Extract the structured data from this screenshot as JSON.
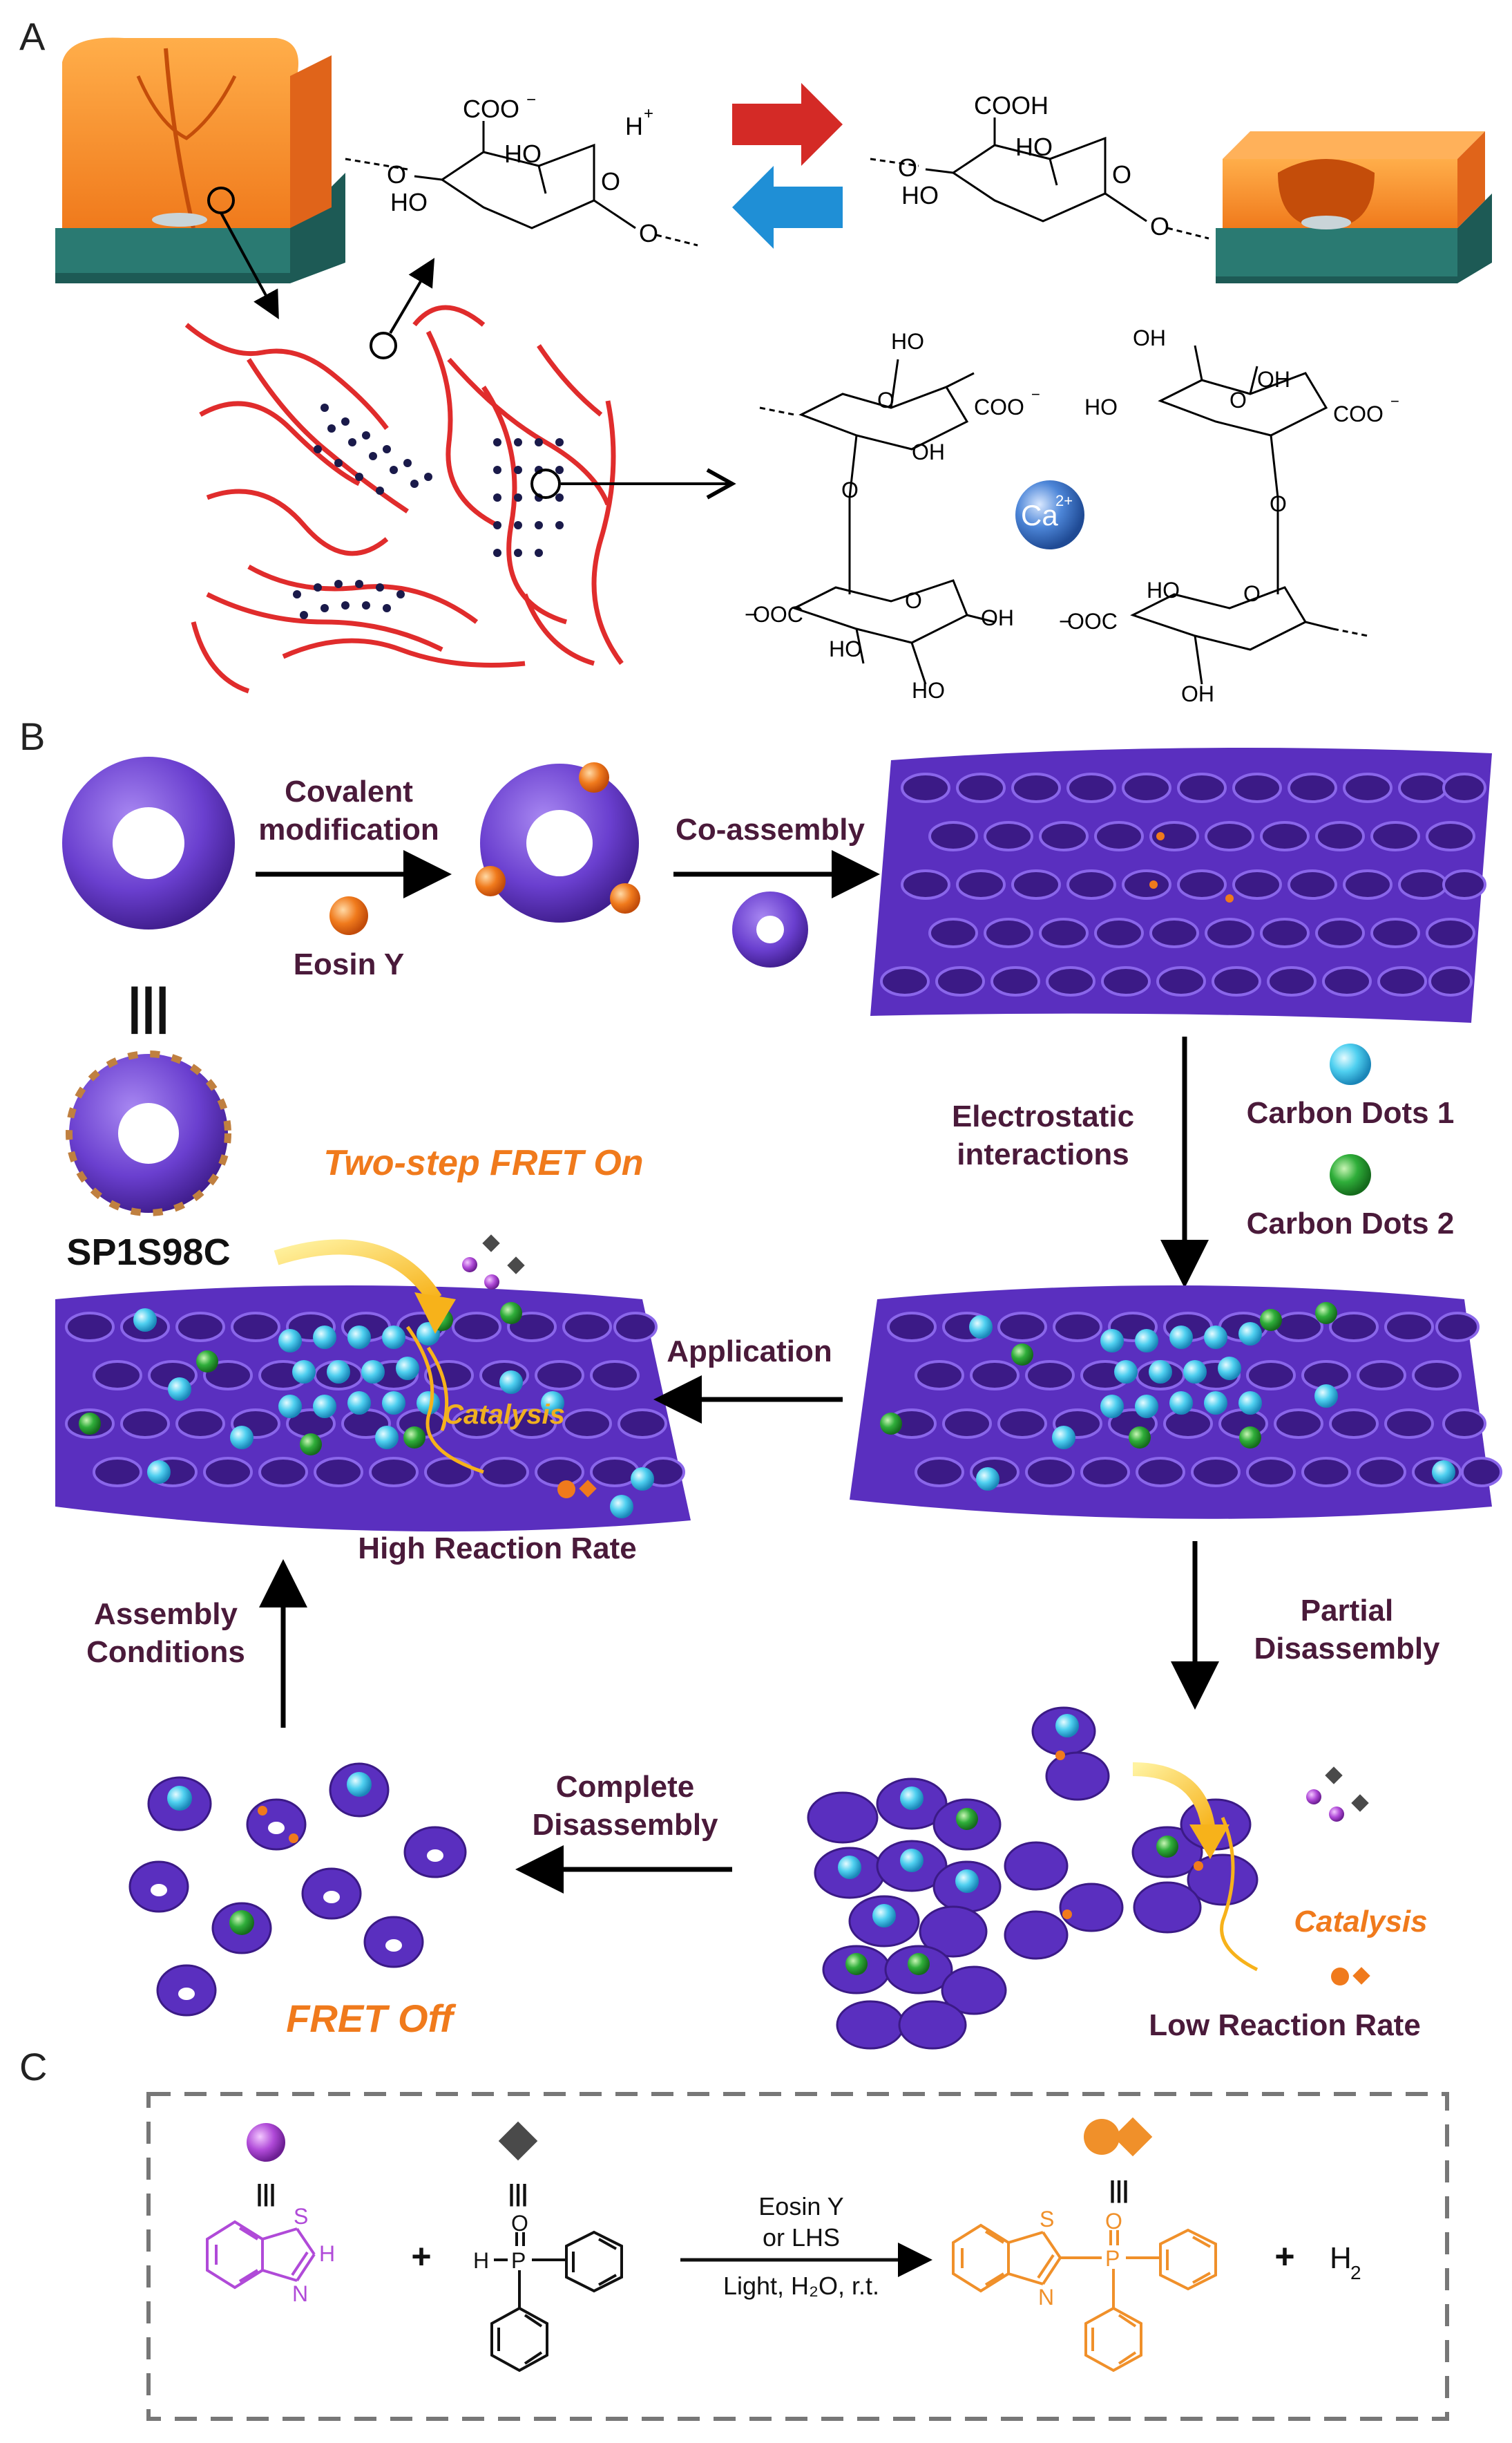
{
  "panels": {
    "a": "A",
    "b": "B",
    "c": "C"
  },
  "panel_a": {
    "top_left_chem": {
      "coo": "COO",
      "coo_sup": "−",
      "ho1": "HO",
      "ho2": "HO",
      "o_ring": "O",
      "o_left": "O",
      "o_right": "O"
    },
    "hplus": "H",
    "hplus_sup": "+",
    "top_right_chem": {
      "cooh": "COOH",
      "ho1": "HO",
      "ho2": "HO",
      "o_ring": "O",
      "o_left": "O",
      "o_right": "O"
    },
    "ca_chem": {
      "oh_a": "HO",
      "coo_a": "COO",
      "coo_a_sup": "−",
      "oh_a2": "OH",
      "o_a": "O",
      "oh_b": "OH",
      "ho_b": "HO",
      "oh_b2": "OH",
      "coo_b": "COO",
      "coo_b_sup": "−",
      "o_b": "O",
      "ooc_c": "OOC",
      "ooc_c_pre": "−",
      "ho_c": "HO",
      "oh_c": "OH",
      "ho_c2": "HO",
      "o_c": "O",
      "ooc_d": "OOC",
      "ooc_d_pre": "−",
      "ho_d": "HO",
      "o_d": "O",
      "oh_d": "OH",
      "o_mid1": "O",
      "o_mid2": "O"
    },
    "ca_label": "Ca",
    "ca_sup": "2+"
  },
  "panel_b": {
    "covalent": [
      "Covalent",
      "modification"
    ],
    "eosin": "Eosin Y",
    "coassembly": "Co-assembly",
    "equiv": "|||",
    "sp": "SP1S98C",
    "two_step": "Two-step FRET On",
    "electro": [
      "Electrostatic",
      "interactions"
    ],
    "cd1": "Carbon Dots 1",
    "cd2": "Carbon Dots 2",
    "application": "Application",
    "catalysis": "Catalysis",
    "high_rate": "High Reaction Rate",
    "assembly": [
      "Assembly",
      "Conditions"
    ],
    "partial": [
      "Partial",
      "Disassembly"
    ],
    "complete": [
      "Complete",
      "Disassembly"
    ],
    "fret_off": "FRET Off",
    "low_rate": "Low Reaction Rate"
  },
  "panel_c": {
    "equiv": "|||",
    "s": "S",
    "h": "H",
    "n": "N",
    "plus": "+",
    "hp": "H",
    "p": "P",
    "o": "O",
    "cond_top": [
      "Eosin Y",
      "or LHS"
    ],
    "cond_bottom": "Light, H₂O, r.t.",
    "prod_s": "S",
    "prod_n": "N",
    "prod_p": "P",
    "prod_o": "O",
    "plus2": "+",
    "h2": "H",
    "h2_sub": "2"
  },
  "colors": {
    "ring": "#6a3fcf",
    "ring_dark": "#3b1a86",
    "ring_light": "#9a78ee",
    "eosin": "#f07a1c",
    "cd1": "#4fd0f0",
    "cd2": "#2fae3a",
    "red_arrow": "#d42a26",
    "blue_arrow": "#1f8fd6",
    "ca": "#3d73c6",
    "alginate": "#e02c2c",
    "label_dark": "#4a1a3a",
    "orange_text": "#f07a1c",
    "purple_reagent": "#b04ad8",
    "orange_product": "#f0902a",
    "gel_orange": "#f08a2a",
    "gel_teal": "#1d5a55"
  }
}
